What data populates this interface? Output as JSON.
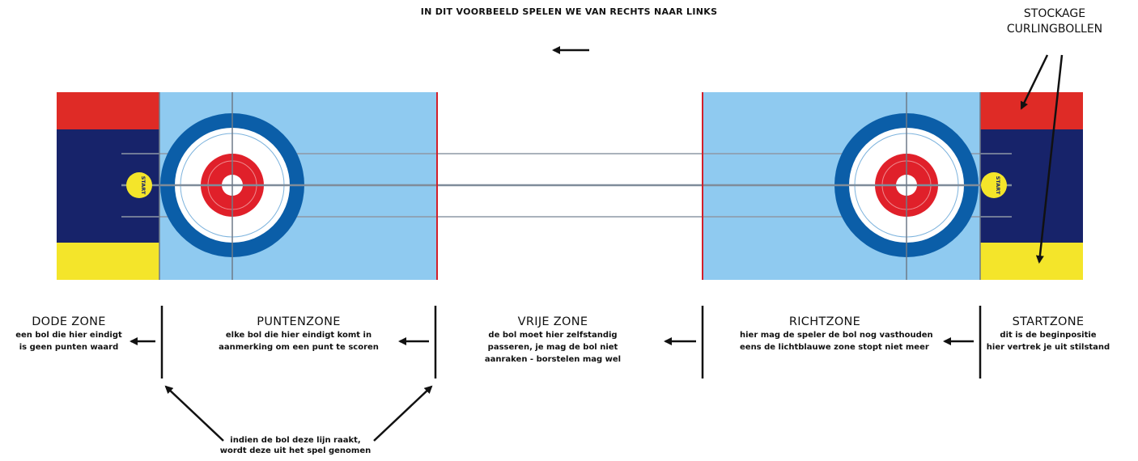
{
  "header": {
    "direction_note": "IN DIT VOORBEELD SPELEN WE VAN RECHTS NAAR LINKS"
  },
  "storage": {
    "line1": "STOCKAGE",
    "line2": "CURLINGBOLLEN"
  },
  "start_label": "START",
  "zones": [
    {
      "title": "DODE ZONE",
      "line1": "een bol die hier eindigt",
      "line2": "is geen punten waard",
      "line3": ""
    },
    {
      "title": "PUNTENZONE",
      "line1": "elke bol die hier eindigt komt in",
      "line2": "aanmerking om een punt te scoren",
      "line3": ""
    },
    {
      "title": "VRIJE ZONE",
      "line1": "de bol moet hier zelfstandig",
      "line2": "passeren, je mag de bol niet",
      "line3": "aanraken - borstelen mag wel"
    },
    {
      "title": "RICHTZONE",
      "line1": "hier mag de speler de bol nog vasthouden",
      "line2": "eens de lichtblauwe zone stopt niet meer",
      "line3": ""
    },
    {
      "title": "STARTZONE",
      "line1": "dit is de beginpositie",
      "line2": "hier vertrek je uit stilstand",
      "line3": ""
    }
  ],
  "hit_line_note": {
    "line1": "indien de bol deze lijn raakt,",
    "line2": "wordt deze uit het spel genomen"
  },
  "colors": {
    "red": "#df2b26",
    "navy": "#17236a",
    "yellow": "#f4e52a",
    "light_blue": "#8fcaf0",
    "ring_blue": "#0b5ea8",
    "target_red": "#e0202a",
    "hog_line": "#d21f2a",
    "guide_line": "#8d98a6",
    "arrow": "#111111"
  }
}
